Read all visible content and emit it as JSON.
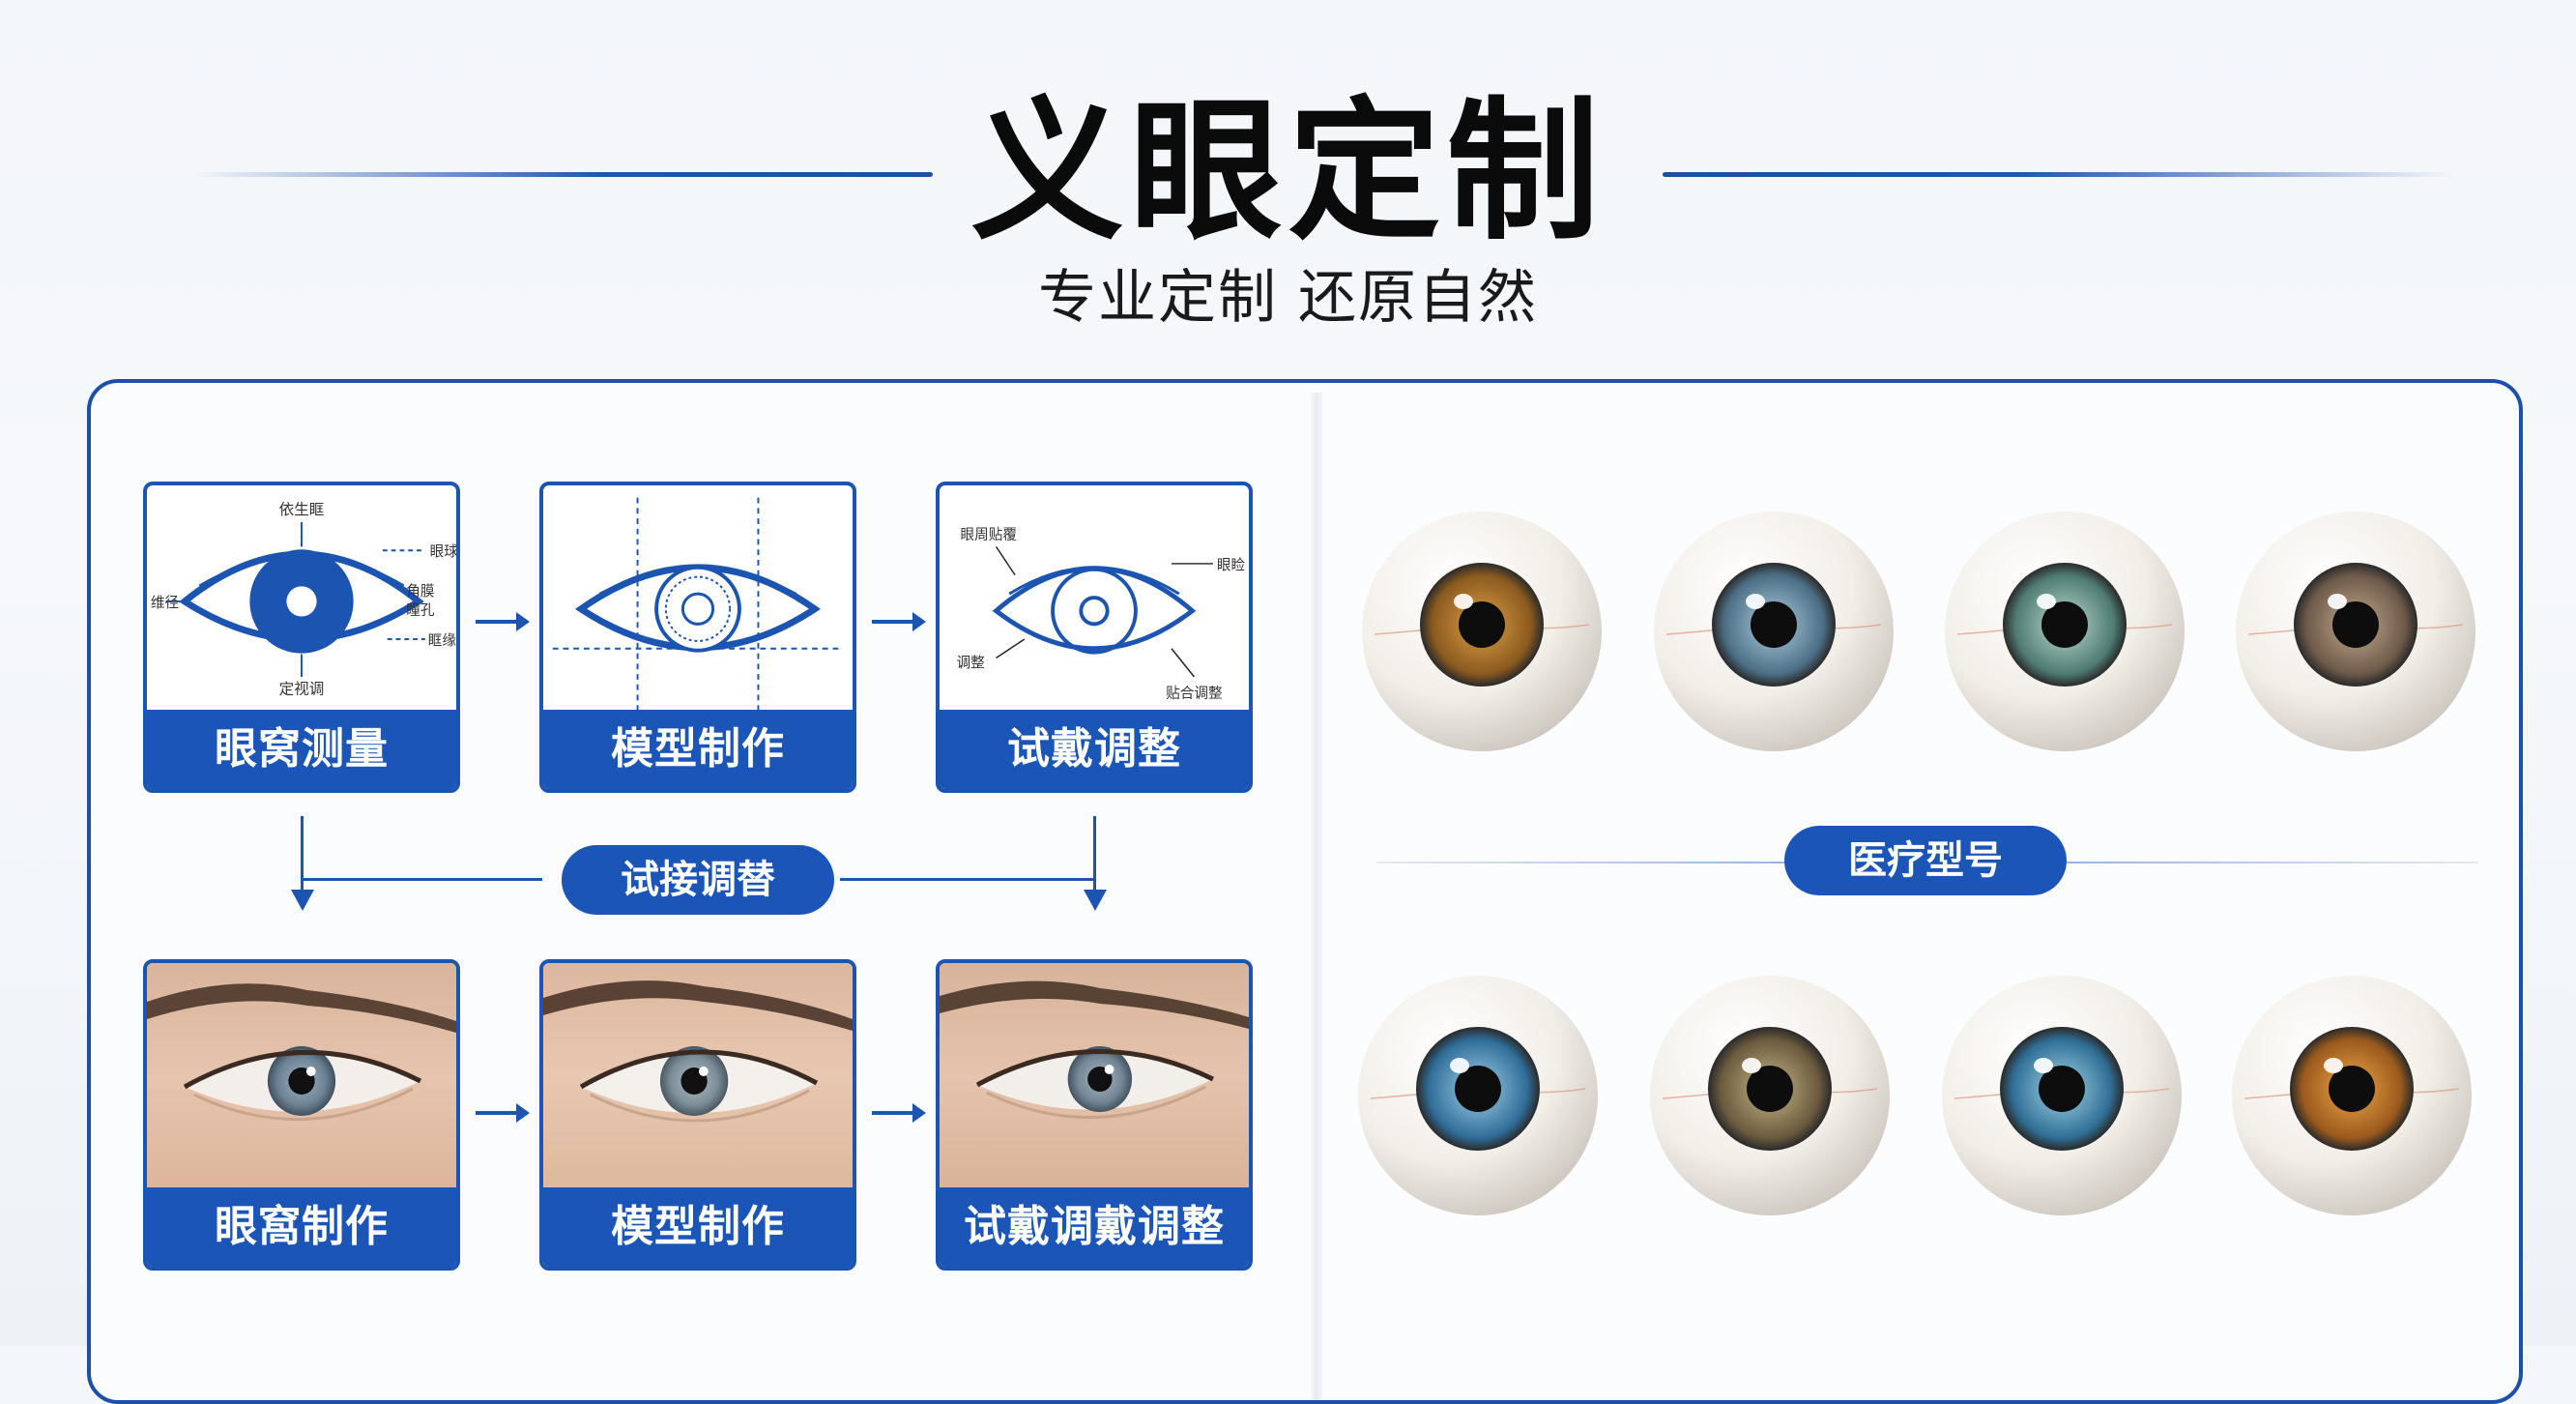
{
  "header": {
    "title": "义眼定制",
    "subtitle": "专业定制 还原自然"
  },
  "process": {
    "diagram_steps": [
      {
        "label": "眼窝测量",
        "art": "measurement-diagram"
      },
      {
        "label": "模型制作",
        "art": "model-diagram"
      },
      {
        "label": "试戴调整",
        "art": "fitting-diagram"
      }
    ],
    "center_pill": "试接调替",
    "photo_steps": [
      {
        "label": "眼窩制作"
      },
      {
        "label": "模型制作"
      },
      {
        "label": "试戴调戴调整"
      }
    ],
    "diagram_annotations": {
      "measure": [
        "依生眶",
        "眼球",
        "维径",
        "角膜",
        "定视调",
        "眶缘",
        "瞳孔"
      ],
      "fitting": [
        "眼周贴覆",
        "眼睑",
        "调整",
        "贴合调整"
      ]
    }
  },
  "models": {
    "section_label": "医疗型号",
    "top_row": [
      {
        "iris_color": "#8a5a1f",
        "iris_inner": "#c58a3a"
      },
      {
        "iris_color": "#4d6f86",
        "iris_inner": "#8fb0c2"
      },
      {
        "iris_color": "#4e7b72",
        "iris_inner": "#9bbdb2"
      },
      {
        "iris_color": "#6e5a4a",
        "iris_inner": "#a99178"
      }
    ],
    "bottom_row": [
      {
        "iris_color": "#2f6d99",
        "iris_inner": "#7eb2d0"
      },
      {
        "iris_color": "#6b5a3e",
        "iris_inner": "#a99a70"
      },
      {
        "iris_color": "#2f6e95",
        "iris_inner": "#7fb6cf"
      },
      {
        "iris_color": "#9a5a1d",
        "iris_inner": "#d58e3a"
      }
    ]
  },
  "colors": {
    "accent": "#1b55b8",
    "title_text": "#0b0b0b"
  }
}
